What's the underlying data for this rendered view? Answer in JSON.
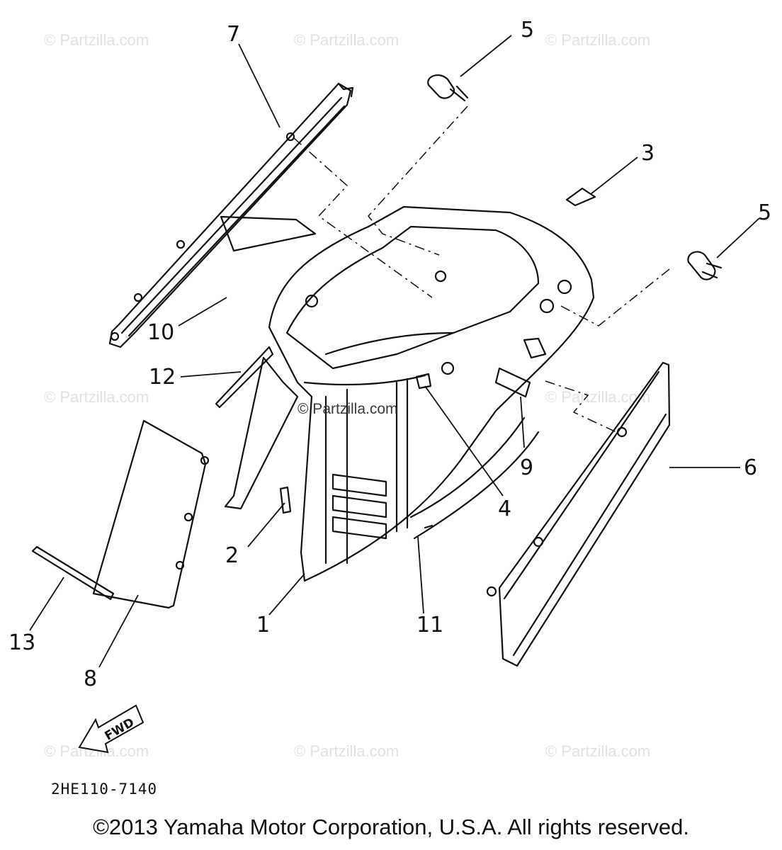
{
  "watermark": "© Partzilla.com",
  "center_watermark": "© Partzilla.com",
  "callouts": {
    "c1": "1",
    "c2": "2",
    "c3": "3",
    "c4": "4",
    "c5a": "5",
    "c5b": "5",
    "c6": "6",
    "c7": "7",
    "c8": "8",
    "c9": "9",
    "c10": "10",
    "c11": "11",
    "c12": "12",
    "c13": "13"
  },
  "fwd_label": "FWD",
  "part_code": "2HE110-7140",
  "copyright": "©2013  Yamaha Motor Corporation, U.S.A. All rights reserved."
}
